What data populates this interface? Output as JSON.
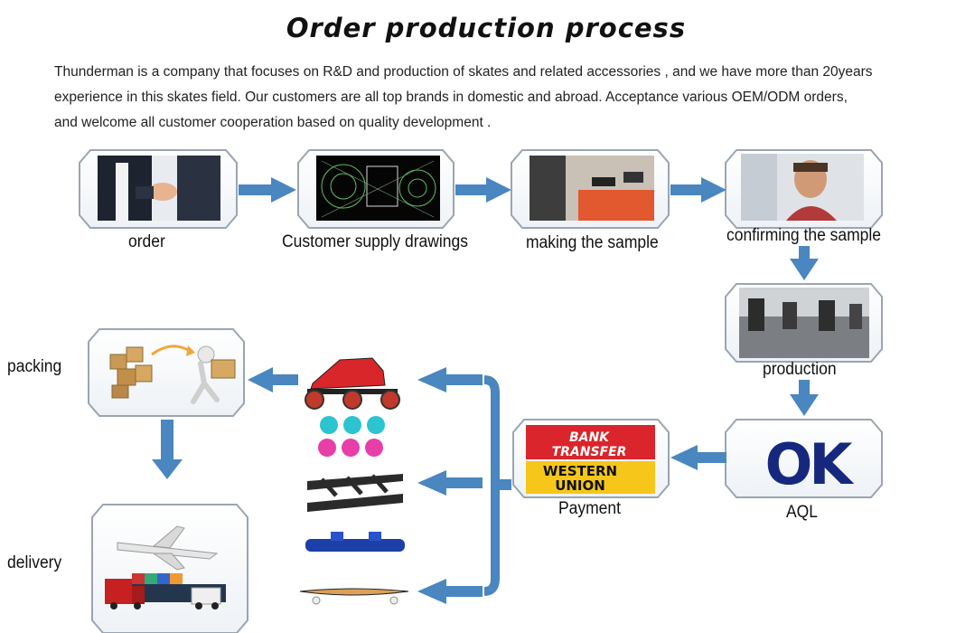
{
  "title": "Order production process",
  "intro": {
    "line1": "Thunderman is a company that focuses on R&D and production of skates and related accessories , and we have more than 20years",
    "line2": "experience in this skates field. Our customers are all top brands in domestic and abroad. Acceptance various OEM/ODM orders,",
    "line3": "and welcome all customer cooperation based on quality development ."
  },
  "steps": {
    "order": "order",
    "drawings": "Customer supply drawings",
    "sample": "making the sample",
    "confirm": "confirming the sample",
    "production": "production",
    "aql": "AQL",
    "payment": "Payment",
    "packing": "packing",
    "delivery": "delivery"
  },
  "logos": {
    "ok": "OK",
    "bank": "BANK",
    "transfer": "TRANSFER",
    "western": "WESTERN",
    "union": "UNION"
  },
  "colors": {
    "arrow": "#4a86c0",
    "box_border": "#9aa5b3",
    "ok_blue": "#16287e",
    "bank_red": "#d9252b",
    "wu_yellow": "#f6c61a"
  }
}
